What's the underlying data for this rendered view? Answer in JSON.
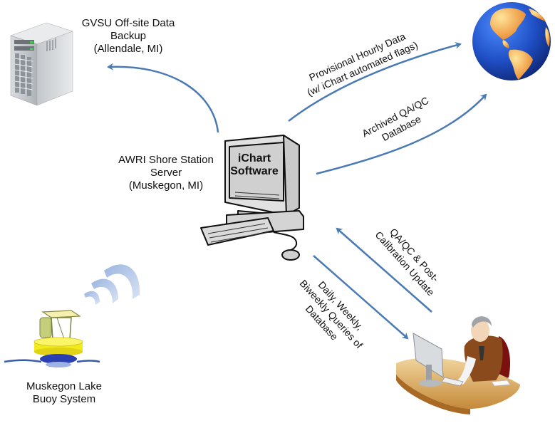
{
  "nodes": {
    "offsite_backup": {
      "line1": "GVSU Off-site Data",
      "line2": "Backup",
      "line3": "(Allendale, MI)"
    },
    "shore_server": {
      "line1": "AWRI Shore Station",
      "line2": "Server",
      "line3": "(Muskegon, MI)"
    },
    "software": {
      "line1": "iChart",
      "line2": "Software"
    },
    "buoy": {
      "line1": "Muskegon Lake",
      "line2": "Buoy System"
    }
  },
  "flows": {
    "provisional": {
      "line1": "Provisional Hourly Data",
      "line2": "(w/ iChart automated flags)"
    },
    "archived": {
      "line1": "Archived QA/QC",
      "line2": "Database"
    },
    "qaqc_update": {
      "line1": "QA/QC & Post-",
      "line2": "Calibration Update"
    },
    "queries": {
      "line1": "Daily, Weekly,",
      "line2": "Biweekly Queries of",
      "line3": "Database"
    }
  },
  "colors": {
    "arrow": "#4a7ab5",
    "globe_ocean": "#1f4fc4",
    "land": "#f0a43a",
    "buoy_yellow": "#f2ea1c",
    "buoy_blue": "#2a3fb0"
  }
}
